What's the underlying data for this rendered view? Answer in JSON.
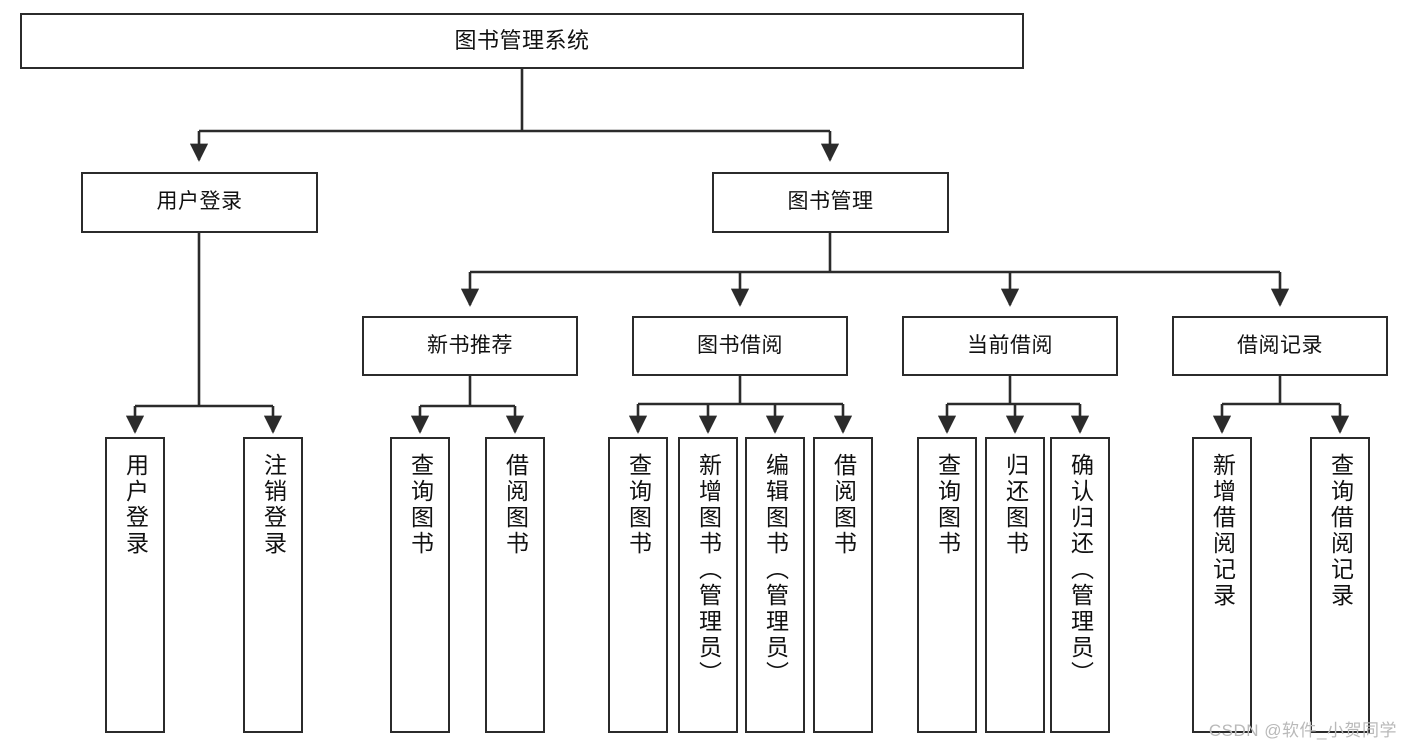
{
  "diagram": {
    "type": "tree-hierarchy",
    "title": "图书管理系统",
    "orientation": "top-down",
    "colors": {
      "box_border": "#2b2b2b",
      "box_fill": "#ffffff",
      "connector": "#2b2b2b",
      "text": "#111111",
      "watermark": "#b9b9b9",
      "background": "#ffffff"
    },
    "levels": {
      "level1": [
        {
          "id": "root",
          "label": "图书管理系统"
        }
      ],
      "level2": [
        {
          "id": "user-login",
          "label": "用户登录"
        },
        {
          "id": "book-manage",
          "label": "图书管理"
        }
      ],
      "level3": [
        {
          "id": "new-book-recommend",
          "label": "新书推荐"
        },
        {
          "id": "book-borrow",
          "label": "图书借阅"
        },
        {
          "id": "current-borrow",
          "label": "当前借阅"
        },
        {
          "id": "borrow-record",
          "label": "借阅记录"
        }
      ],
      "level4": [
        {
          "id": "leaf-user-login",
          "label": "用户登录",
          "parent": "user-login"
        },
        {
          "id": "leaf-logout-login",
          "label": "注销登录",
          "parent": "user-login"
        },
        {
          "id": "leaf-query-book-1",
          "label": "查询图书",
          "parent": "new-book-recommend"
        },
        {
          "id": "leaf-borrow-book-1",
          "label": "借阅图书",
          "parent": "new-book-recommend"
        },
        {
          "id": "leaf-query-book-2",
          "label": "查询图书",
          "parent": "book-borrow"
        },
        {
          "id": "leaf-add-book",
          "label": "新增图书（管理员）",
          "parent": "book-borrow"
        },
        {
          "id": "leaf-edit-book",
          "label": "编辑图书（管理员）",
          "parent": "book-borrow"
        },
        {
          "id": "leaf-borrow-book-2",
          "label": "借阅图书",
          "parent": "book-borrow"
        },
        {
          "id": "leaf-query-book-3",
          "label": "查询图书",
          "parent": "current-borrow"
        },
        {
          "id": "leaf-return-book",
          "label": "归还图书",
          "parent": "current-borrow"
        },
        {
          "id": "leaf-confirm-return",
          "label": "确认归还（管理员）",
          "parent": "current-borrow"
        },
        {
          "id": "leaf-add-record",
          "label": "新增借阅记录",
          "parent": "borrow-record"
        },
        {
          "id": "leaf-query-record",
          "label": "查询借阅记录",
          "parent": "borrow-record"
        }
      ]
    }
  },
  "watermark": {
    "text": "CSDN @软件_小贺同学"
  }
}
